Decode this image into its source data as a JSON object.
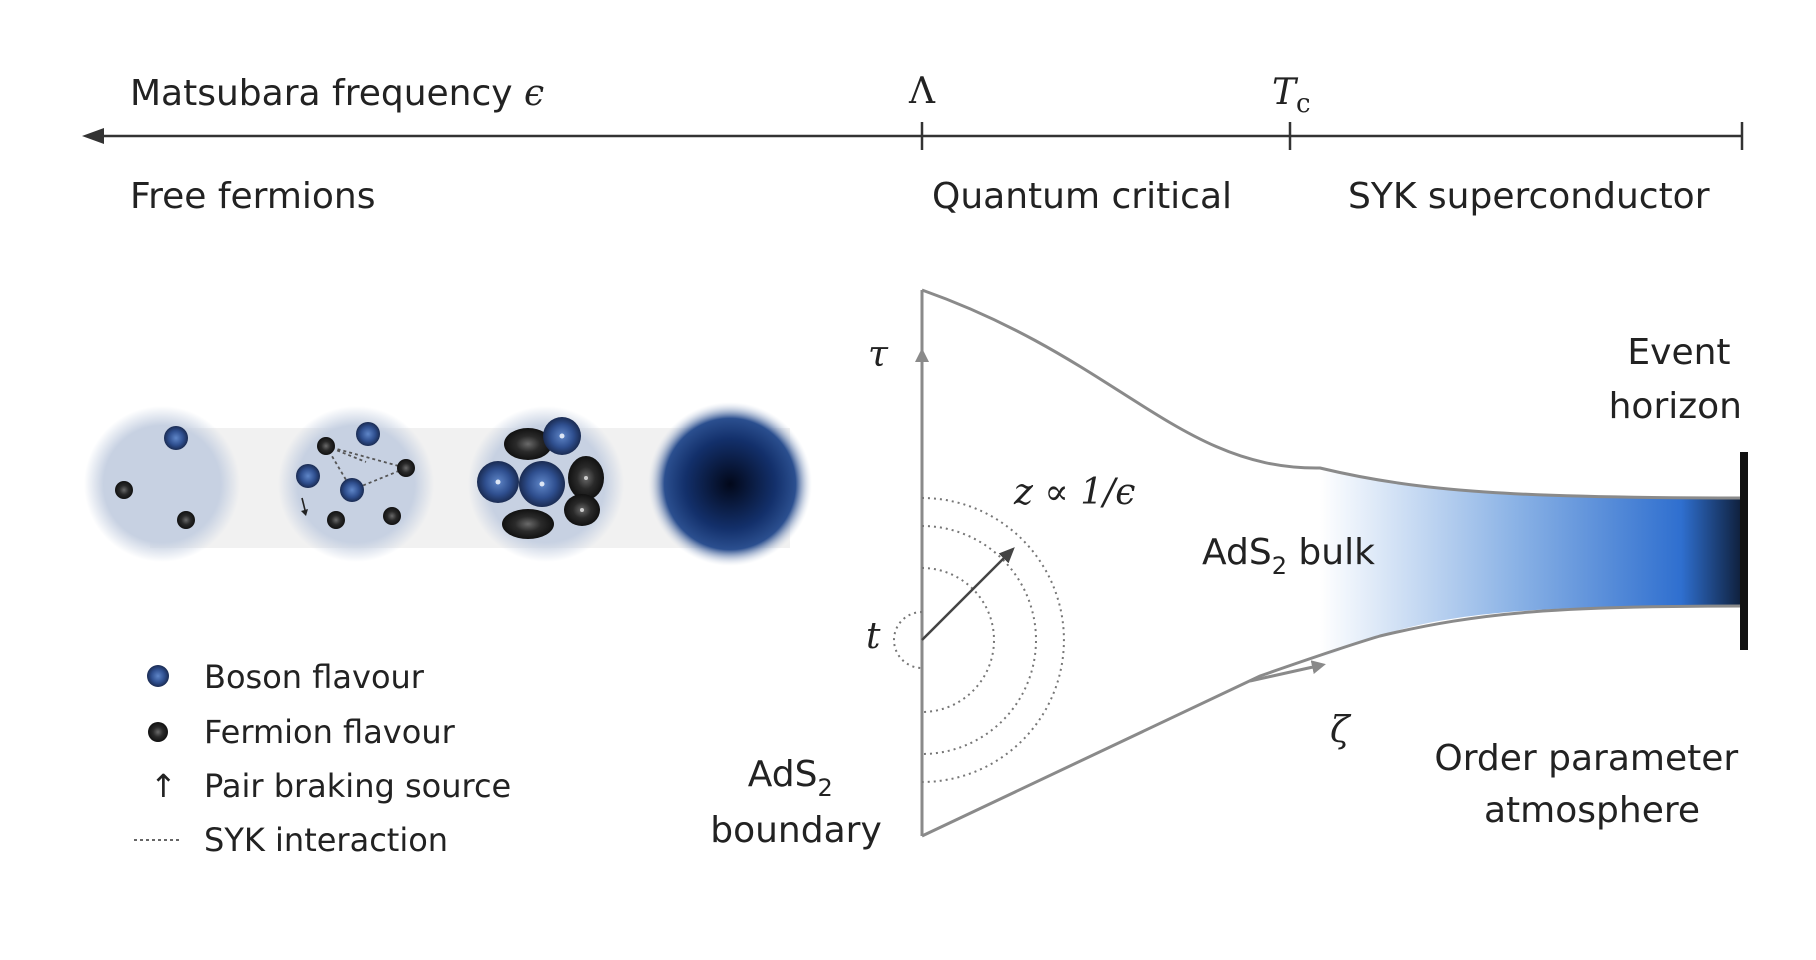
{
  "axis": {
    "left_label": "Matsubara frequency",
    "left_symbol": "ϵ",
    "lambda_label": "Λ",
    "tc_label": "T",
    "tc_sub": "c"
  },
  "regions": {
    "free": "Free fermions",
    "critical": "Quantum critical",
    "syk": "SYK superconductor"
  },
  "bulk": {
    "tau": "τ",
    "t": "t",
    "zeta": "ζ",
    "z_relation": "z ∝ 1/ϵ",
    "bulk_label_main": "AdS",
    "bulk_label_sub": "2",
    "bulk_label_tail": " bulk",
    "boundary_main": "AdS",
    "boundary_sub": "2",
    "boundary_line2": "boundary",
    "horizon_line1": "Event",
    "horizon_line2": "horizon",
    "atmosphere_line1": "Order parameter",
    "atmosphere_line2": "atmosphere"
  },
  "legend": {
    "boson": "Boson  flavour",
    "fermion": "Fermion flavour",
    "source": "Pair braking source",
    "source_symbol": "↑",
    "interaction": "SYK interaction"
  },
  "colors": {
    "boson": "#2f4f8f",
    "fermion": "#2a2a2a",
    "cluster_bg": "#c9d3e3",
    "gradient_end": "#2f6fcf",
    "horizon": "#111111"
  }
}
